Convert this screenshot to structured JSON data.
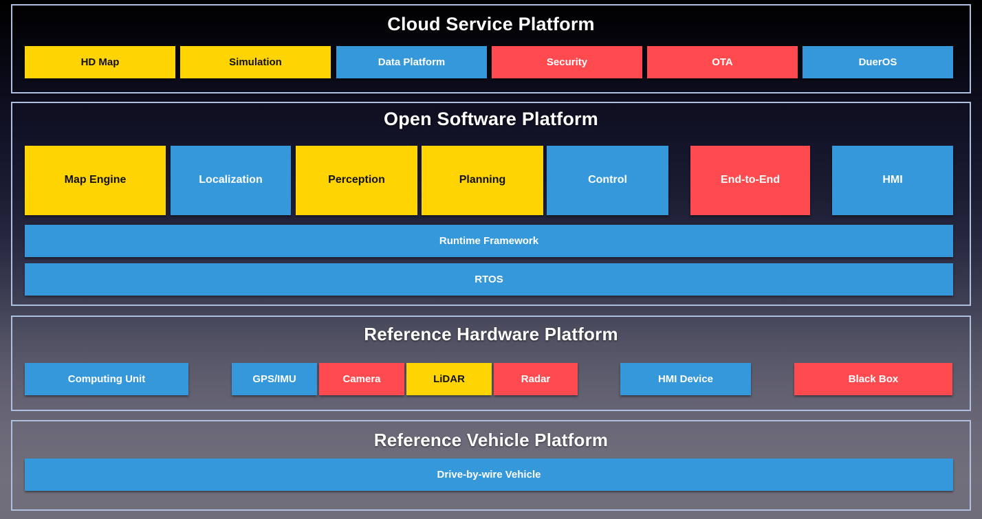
{
  "colors": {
    "blue": "#3498db",
    "yellow": "#ffd400",
    "red": "#ff4b4f",
    "panel_border": "#aebfe0"
  },
  "layers": [
    {
      "id": "cloud",
      "title": "Cloud Service Platform",
      "modules": [
        {
          "label": "HD Map",
          "color": "yellow"
        },
        {
          "label": "Simulation",
          "color": "yellow"
        },
        {
          "label": "Data Platform",
          "color": "blue"
        },
        {
          "label": "Security",
          "color": "red"
        },
        {
          "label": "OTA",
          "color": "red"
        },
        {
          "label": "DuerOS",
          "color": "blue"
        }
      ]
    },
    {
      "id": "software",
      "title": "Open Software Platform",
      "modules": [
        {
          "label": "Map Engine",
          "color": "yellow"
        },
        {
          "label": "Localization",
          "color": "blue"
        },
        {
          "label": "Perception",
          "color": "yellow"
        },
        {
          "label": "Planning",
          "color": "yellow"
        },
        {
          "label": "Control",
          "color": "blue"
        },
        {
          "label": "End-to-End",
          "color": "red"
        },
        {
          "label": "HMI",
          "color": "blue"
        }
      ],
      "bars": [
        {
          "label": "Runtime Framework",
          "color": "blue"
        },
        {
          "label": "RTOS",
          "color": "blue"
        }
      ]
    },
    {
      "id": "hardware",
      "title": "Reference Hardware Platform",
      "modules": [
        {
          "label": "Computing Unit",
          "color": "blue"
        },
        {
          "label": "GPS/IMU",
          "color": "blue"
        },
        {
          "label": "Camera",
          "color": "red"
        },
        {
          "label": "LiDAR",
          "color": "yellow"
        },
        {
          "label": "Radar",
          "color": "red"
        },
        {
          "label": "HMI Device",
          "color": "blue"
        },
        {
          "label": "Black Box",
          "color": "red"
        }
      ]
    },
    {
      "id": "vehicle",
      "title": "Reference Vehicle Platform",
      "modules": [
        {
          "label": "Drive-by-wire Vehicle",
          "color": "blue"
        }
      ]
    }
  ]
}
